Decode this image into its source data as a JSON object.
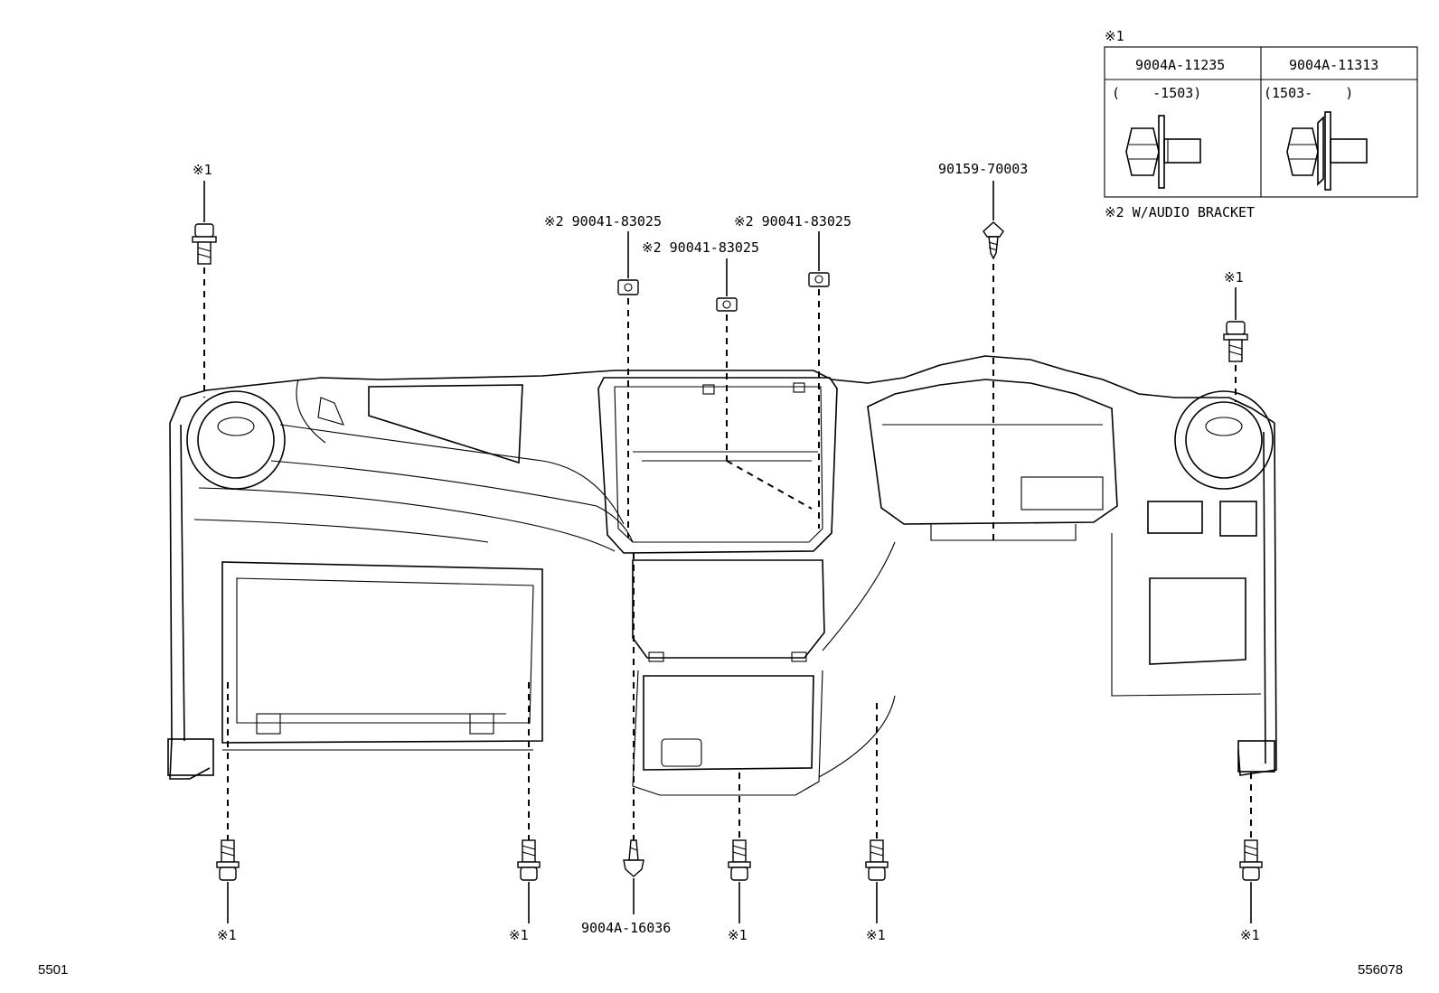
{
  "legend": {
    "mark": "※1",
    "columns": [
      {
        "part_number": "9004A-11235",
        "range": "(    -1503)"
      },
      {
        "part_number": "9004A-11313",
        "range": "(1503-    )"
      }
    ],
    "note": "※2 W/AUDIO BRACKET"
  },
  "callouts": {
    "bolt_top_left": "※1",
    "bolt_top_right": "※1",
    "screw_top_center": "90159-70003",
    "nut_left": "※2 90041-83025",
    "nut_center": "※2 90041-83025",
    "nut_right": "※2 90041-83025",
    "bottom_1": "※1",
    "bottom_2": "※1",
    "bottom_3": "9004A-16036",
    "bottom_4": "※1",
    "bottom_5": "※1",
    "bottom_6": "※1"
  },
  "footer": {
    "left_code": "5501",
    "right_code": "556078"
  }
}
